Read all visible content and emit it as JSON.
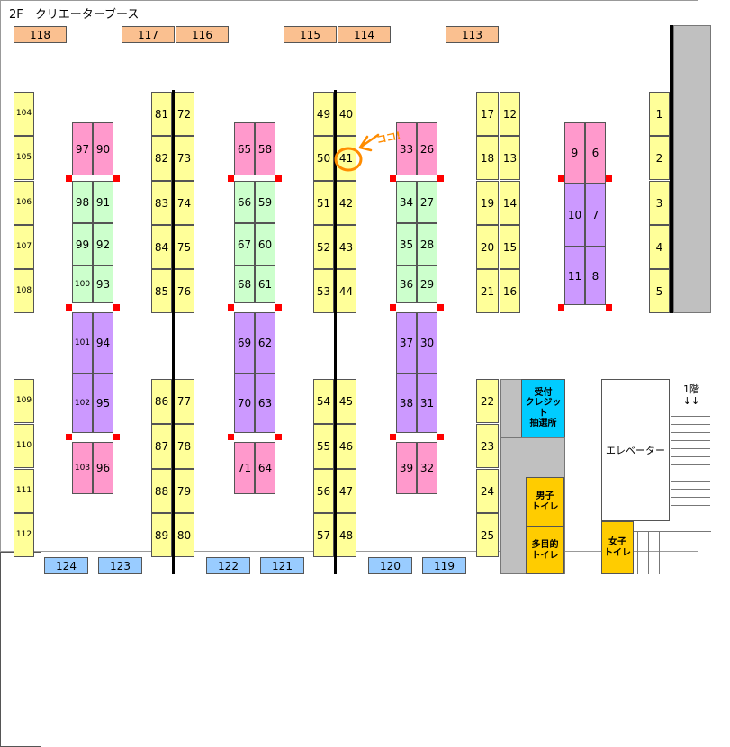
{
  "title": "2F　クリエーターブース",
  "top_booths": [
    "118",
    "117",
    "116",
    "115",
    "114",
    "113"
  ],
  "left_booths": [
    "104",
    "105",
    "106",
    "107",
    "108",
    "109",
    "110",
    "111",
    "112"
  ],
  "col1": {
    "left": [
      "97",
      "98",
      "99",
      "100",
      "101",
      "102",
      "103"
    ],
    "right": [
      "90",
      "91",
      "92",
      "93",
      "94",
      "95",
      "96"
    ]
  },
  "col2": {
    "left": [
      "81",
      "82",
      "83",
      "84",
      "85",
      "86",
      "87",
      "88",
      "89"
    ],
    "right": [
      "72",
      "73",
      "74",
      "75",
      "76",
      "77",
      "78",
      "79",
      "80"
    ]
  },
  "col3": {
    "left": [
      "65",
      "66",
      "67",
      "68",
      "69",
      "70",
      "71"
    ],
    "right": [
      "58",
      "59",
      "60",
      "61",
      "62",
      "63",
      "64"
    ]
  },
  "col4": {
    "left": [
      "49",
      "50",
      "51",
      "52",
      "53",
      "54",
      "55",
      "56",
      "57"
    ],
    "right": [
      "40",
      "41",
      "42",
      "43",
      "44",
      "45",
      "46",
      "47",
      "48"
    ]
  },
  "col5": {
    "left": [
      "33",
      "34",
      "35",
      "36",
      "37",
      "38",
      "39"
    ],
    "right": [
      "26",
      "27",
      "28",
      "29",
      "30",
      "31",
      "32"
    ]
  },
  "col6": {
    "left": [
      "17",
      "18",
      "19",
      "20",
      "21"
    ],
    "right": [
      "12",
      "13",
      "14",
      "15",
      "16"
    ]
  },
  "col7": {
    "left": [
      "9",
      "10",
      "11"
    ],
    "right": [
      "6",
      "7",
      "8"
    ]
  },
  "right_booths": [
    "1",
    "2",
    "3",
    "4",
    "5"
  ],
  "lower_right_booths": [
    "22",
    "23",
    "24",
    "25"
  ],
  "bottom_booths": [
    "124",
    "123",
    "122",
    "121",
    "120",
    "119"
  ],
  "facilities": {
    "reception": "受付\nクレジット\n抽選所",
    "mens_toilet": "男子\nトイレ",
    "multi_toilet": "多目的\nトイレ",
    "womens_toilet": "女子\nトイレ",
    "elevator": "エレベーター",
    "stairs": "1階\n↓↓"
  },
  "annotation": {
    "text": "ココ!",
    "booth": "41",
    "color": "#ff8c00"
  },
  "colors": {
    "yellow": "#ffff99",
    "pink": "#ff99cc",
    "green": "#ccffcc",
    "purple": "#cc99ff",
    "orange": "#fac090",
    "blue": "#99ccff",
    "cyan": "#00ccff",
    "gold": "#ffcc00",
    "marker": "#ff0000"
  }
}
